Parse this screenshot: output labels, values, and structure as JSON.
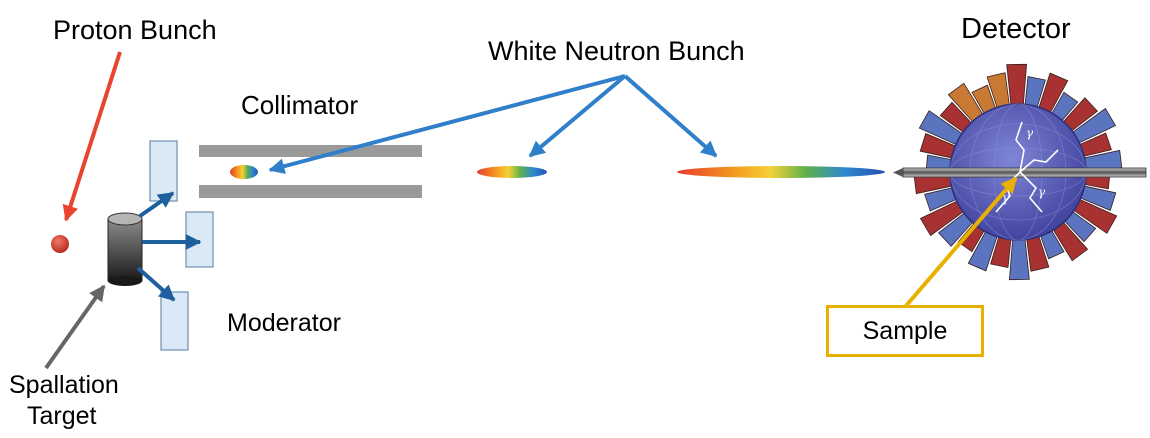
{
  "labels": {
    "proton_bunch": "Proton Bunch",
    "white_neutron_bunch": "White Neutron Bunch",
    "detector": "Detector",
    "collimator": "Collimator",
    "moderator": "Moderator",
    "spallation_line1": "Spallation",
    "spallation_line2": "Target",
    "sample": "Sample",
    "gamma": "γ"
  },
  "colors": {
    "proton": "#e8442f",
    "neutron_arrow": "#2f7fc9",
    "moderator_arrow": "#1e5f9e",
    "sample_box": "#e8b100",
    "target_arrow": "#666666",
    "collimator": "#9a9a9a",
    "moderator_fill": "#dbe9f6",
    "detector_red": "#a83232",
    "detector_blue": "#5a74c0",
    "detector_orange": "#c87a35"
  }
}
